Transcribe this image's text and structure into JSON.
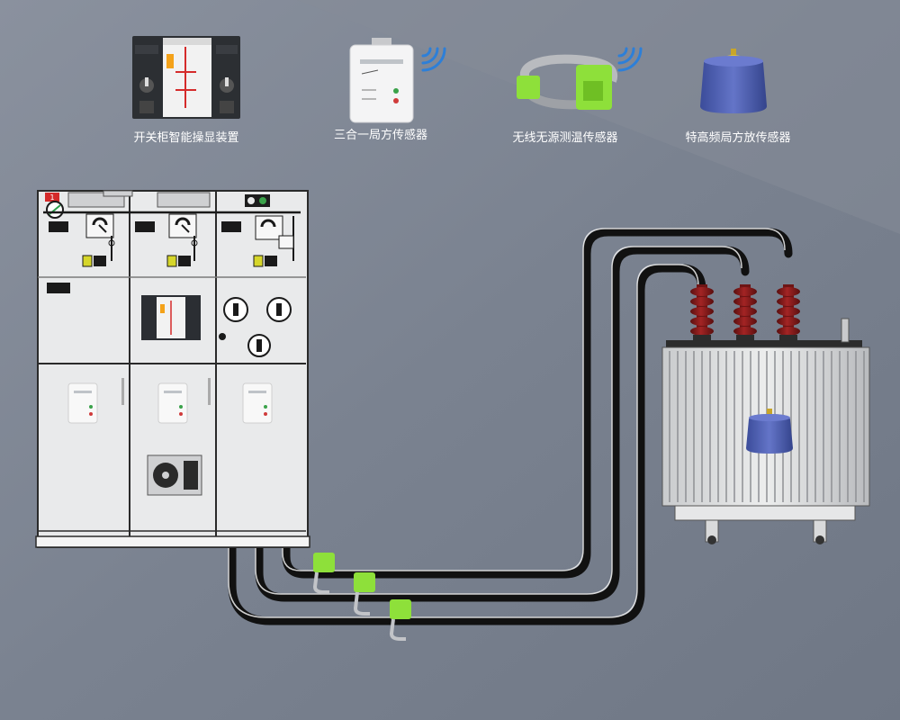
{
  "legend": {
    "items": [
      {
        "id": "switchgear-display",
        "label": "开关柜智能操显装置"
      },
      {
        "id": "three-in-one-pd",
        "label": "三合一局方传感器"
      },
      {
        "id": "wireless-temp",
        "label": "无线无源测温传感器"
      },
      {
        "id": "uhf-pd",
        "label": "特高频局方放传感器"
      }
    ]
  },
  "colors": {
    "background": "#777f8d",
    "cabinet": "#e9eaeb",
    "cable": "#111111",
    "sensor_green": "#8ee03a",
    "bushing_red": "#8b1a1a",
    "uhf_blue": "#4f64b8",
    "wifi_blue": "#2d7fd8"
  },
  "cabinet": {
    "badge": "1"
  }
}
